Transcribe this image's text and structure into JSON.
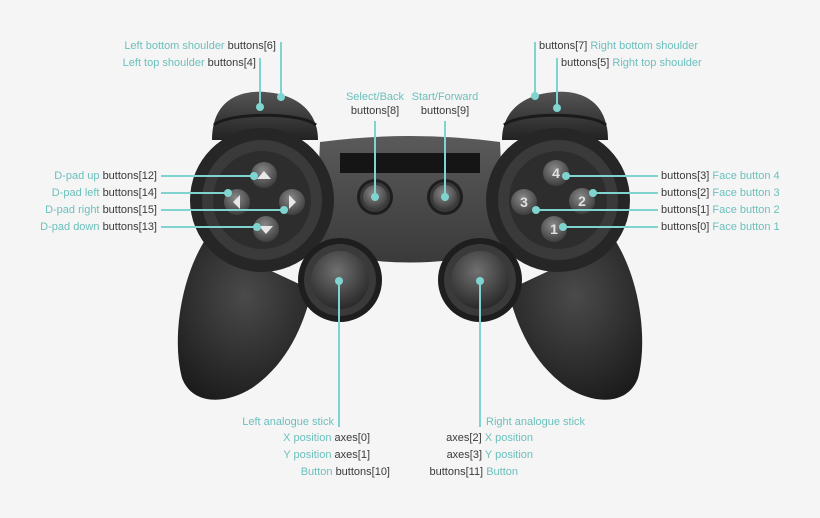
{
  "colors": {
    "background": "#f5f5f5",
    "accent_line": "#7fd4cf",
    "label_teal": "#6cc0bc",
    "label_dark": "#3a3a3a",
    "controller_body": "#2e2e2e",
    "button_face": "#6a6a6a"
  },
  "shoulders": {
    "left_bottom": {
      "name": "Left bottom shoulder",
      "index": "buttons[6]"
    },
    "left_top": {
      "name": "Left top shoulder",
      "index": "buttons[4]"
    },
    "right_bottom": {
      "name": "Right bottom shoulder",
      "index": "buttons[7]"
    },
    "right_top": {
      "name": "Right top shoulder",
      "index": "buttons[5]"
    }
  },
  "center": {
    "select": {
      "name": "Select/Back",
      "index": "buttons[8]"
    },
    "start": {
      "name": "Start/Forward",
      "index": "buttons[9]"
    }
  },
  "dpad": [
    {
      "name": "D-pad up",
      "index": "buttons[12]"
    },
    {
      "name": "D-pad left",
      "index": "buttons[14]"
    },
    {
      "name": "D-pad right",
      "index": "buttons[15]"
    },
    {
      "name": "D-pad down",
      "index": "buttons[13]"
    }
  ],
  "face": [
    {
      "index": "buttons[3]",
      "name": "Face button 4",
      "glyph": "4"
    },
    {
      "index": "buttons[2]",
      "name": "Face button 3",
      "glyph": "2"
    },
    {
      "index": "buttons[1]",
      "name": "Face button 2",
      "glyph": "3"
    },
    {
      "index": "buttons[0]",
      "name": "Face button 1",
      "glyph": "1"
    }
  ],
  "left_stick": {
    "title": "Left analogue stick",
    "rows": [
      {
        "name": "X position",
        "index": "axes[0]"
      },
      {
        "name": "Y position",
        "index": "axes[1]"
      },
      {
        "name": "Button",
        "index": "buttons[10]"
      }
    ]
  },
  "right_stick": {
    "title": "Right analogue stick",
    "rows": [
      {
        "index": "axes[2]",
        "name": "X position"
      },
      {
        "index": "axes[3]",
        "name": "Y position"
      },
      {
        "index": "buttons[11]",
        "name": "Button"
      }
    ]
  }
}
